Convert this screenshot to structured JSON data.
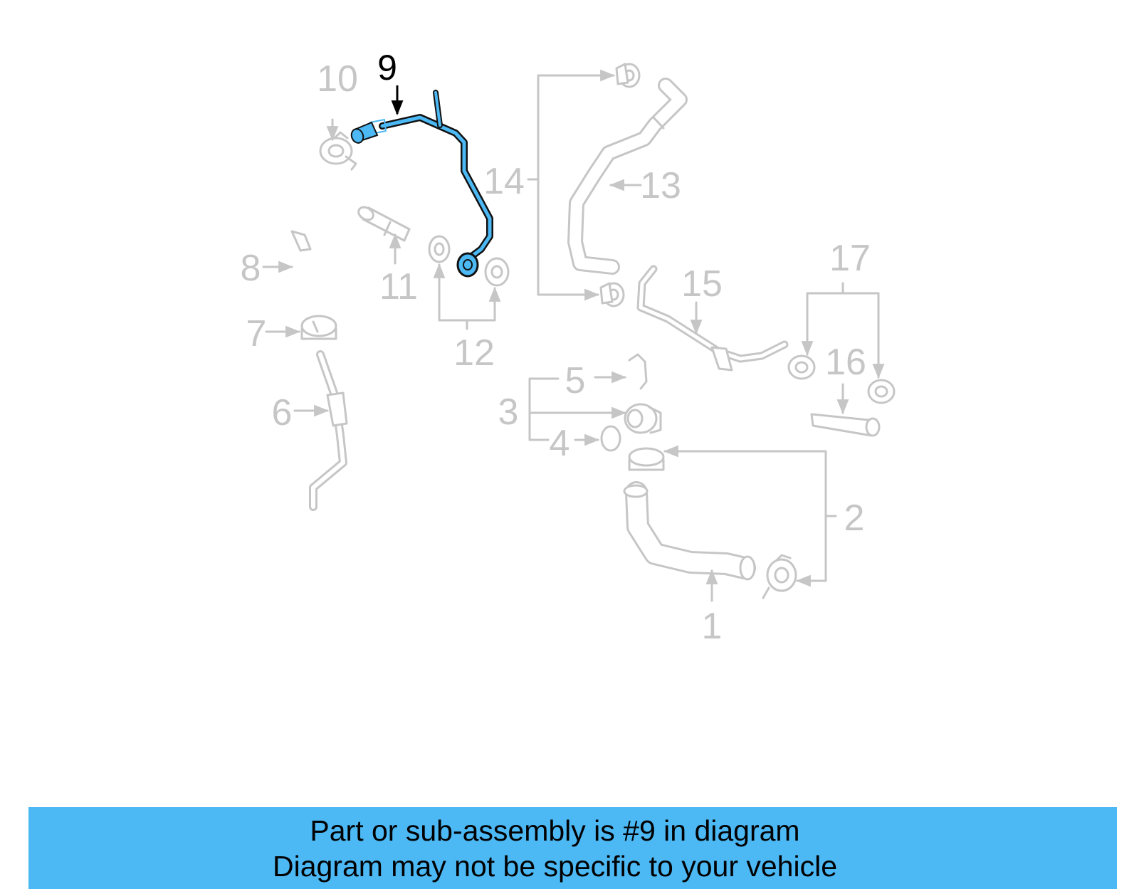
{
  "diagram": {
    "highlight_color": "#4cb8f4",
    "part_color": "#c6c6c6",
    "callouts": {
      "c1": "1",
      "c2": "2",
      "c3": "3",
      "c4": "4",
      "c5": "5",
      "c6": "6",
      "c7": "7",
      "c8": "8",
      "c9": "9",
      "c10": "10",
      "c11": "11",
      "c12": "12",
      "c13": "13",
      "c14": "14",
      "c15": "15",
      "c16": "16",
      "c17": "17"
    },
    "highlighted_callout": "9"
  },
  "banner": {
    "color": "#4cb8f4",
    "line1": "Part or sub-assembly is #9 in diagram",
    "line2": "Diagram may not be specific to your vehicle"
  }
}
